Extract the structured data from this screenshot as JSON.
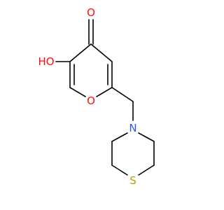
{
  "molecule": {
    "atoms": {
      "carbonyl_oxygen": {
        "symbol": "O",
        "color": "#ff0d0d"
      },
      "hydroxyl": {
        "symbol": "HO",
        "color": "#ff0d0d"
      },
      "ring_oxygen": {
        "symbol": "O",
        "color": "#ff0d0d"
      },
      "nitrogen": {
        "symbol": "N",
        "color": "#3050f8"
      },
      "sulfur": {
        "symbol": "S",
        "color": "#b2a300"
      }
    },
    "bond_color": "#000000"
  }
}
